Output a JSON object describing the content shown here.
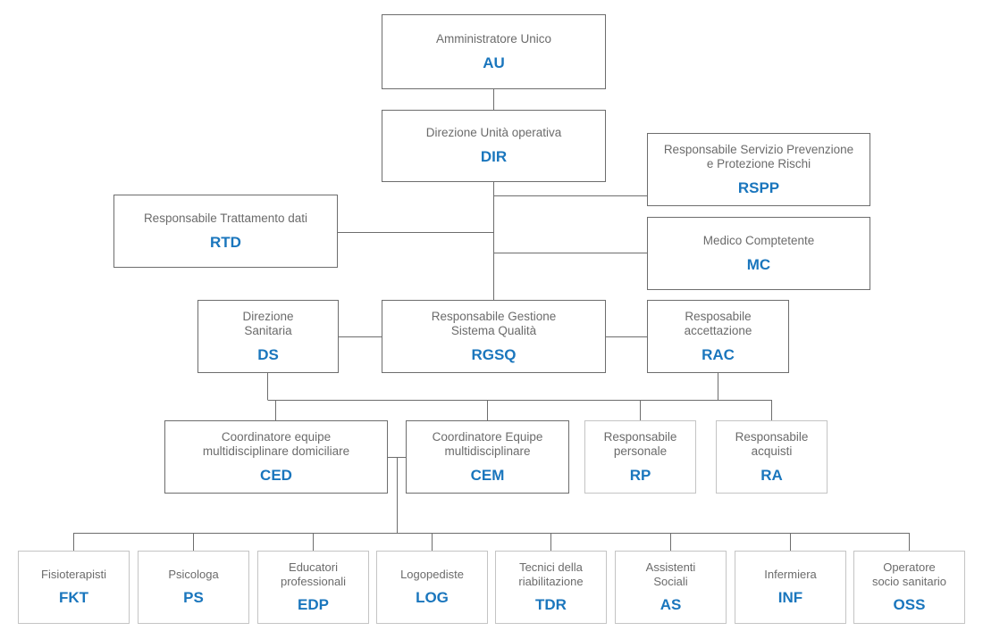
{
  "colors": {
    "line": "#6d6d6d",
    "border": "#6d6d6d",
    "border_light": "#c4c4c4",
    "title_text": "#6b6b6b",
    "code_text": "#1a76bd"
  },
  "nodes": {
    "au": {
      "title": "Amministratore Unico",
      "code": "AU"
    },
    "dir": {
      "title": "Direzione Unità operativa",
      "code": "DIR"
    },
    "rspp": {
      "title": "Responsabile Servizio Prevenzione\ne Protezione Rischi",
      "code": "RSPP"
    },
    "rtd": {
      "title": "Responsabile Trattamento dati",
      "code": "RTD"
    },
    "mc": {
      "title": "Medico Comptetente",
      "code": "MC"
    },
    "ds": {
      "title": "Direzione\nSanitaria",
      "code": "DS"
    },
    "rgsq": {
      "title": "Responsabile Gestione\nSistema Qualità",
      "code": "RGSQ"
    },
    "rac": {
      "title": "Resposabile\naccettazione",
      "code": "RAC"
    },
    "ced": {
      "title": "Coordinatore equipe\nmultidisciplinare domiciliare",
      "code": "CED"
    },
    "cem": {
      "title": "Coordinatore Equipe\nmultidisciplinare",
      "code": "CEM"
    },
    "rp": {
      "title": "Responsabile\npersonale",
      "code": "RP"
    },
    "ra": {
      "title": "Responsabile\nacquisti",
      "code": "RA"
    },
    "fkt": {
      "title": "Fisioterapisti",
      "code": "FKT"
    },
    "ps": {
      "title": "Psicologa",
      "code": "PS"
    },
    "edp": {
      "title": "Educatori\nprofessionali",
      "code": "EDP"
    },
    "log": {
      "title": "Logopediste",
      "code": "LOG"
    },
    "tdr": {
      "title": "Tecnici della\nriabilitazione",
      "code": "TDR"
    },
    "as": {
      "title": "Assistenti\nSociali",
      "code": "AS"
    },
    "inf": {
      "title": "Infermiera",
      "code": "INF"
    },
    "oss": {
      "title": "Operatore\nsocio sanitario",
      "code": "OSS"
    }
  }
}
